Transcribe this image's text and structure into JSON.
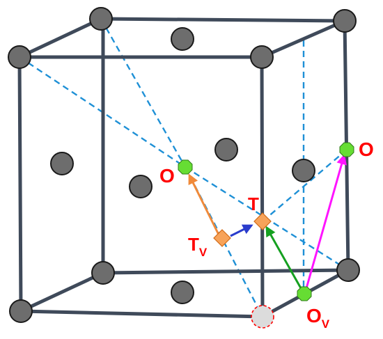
{
  "labels": {
    "octa_center": "O",
    "octa_right": "O",
    "tetra": "T",
    "tetra_vacancy_main": "T",
    "tetra_vacancy_sub": "V",
    "octa_vacancy_main": "O",
    "octa_vacancy_sub": "V"
  },
  "colors": {
    "cube_edge": "#3f4a5a",
    "diagonal": "#1e90d6",
    "atom_fill": "#6d6d6d",
    "atom_stroke": "#1a1a1a",
    "vacancy_fill": "#dcdcdc",
    "vacancy_stroke": "#ff0000",
    "octahedral_site": "#66dd33",
    "tetrahedral_site": "#f7a35a",
    "label": "#ff0000",
    "arrow_orange": "#f08a3a",
    "arrow_blue": "#2a3ccc",
    "arrow_green": "#15a020",
    "arrow_magenta": "#ff14ff"
  }
}
